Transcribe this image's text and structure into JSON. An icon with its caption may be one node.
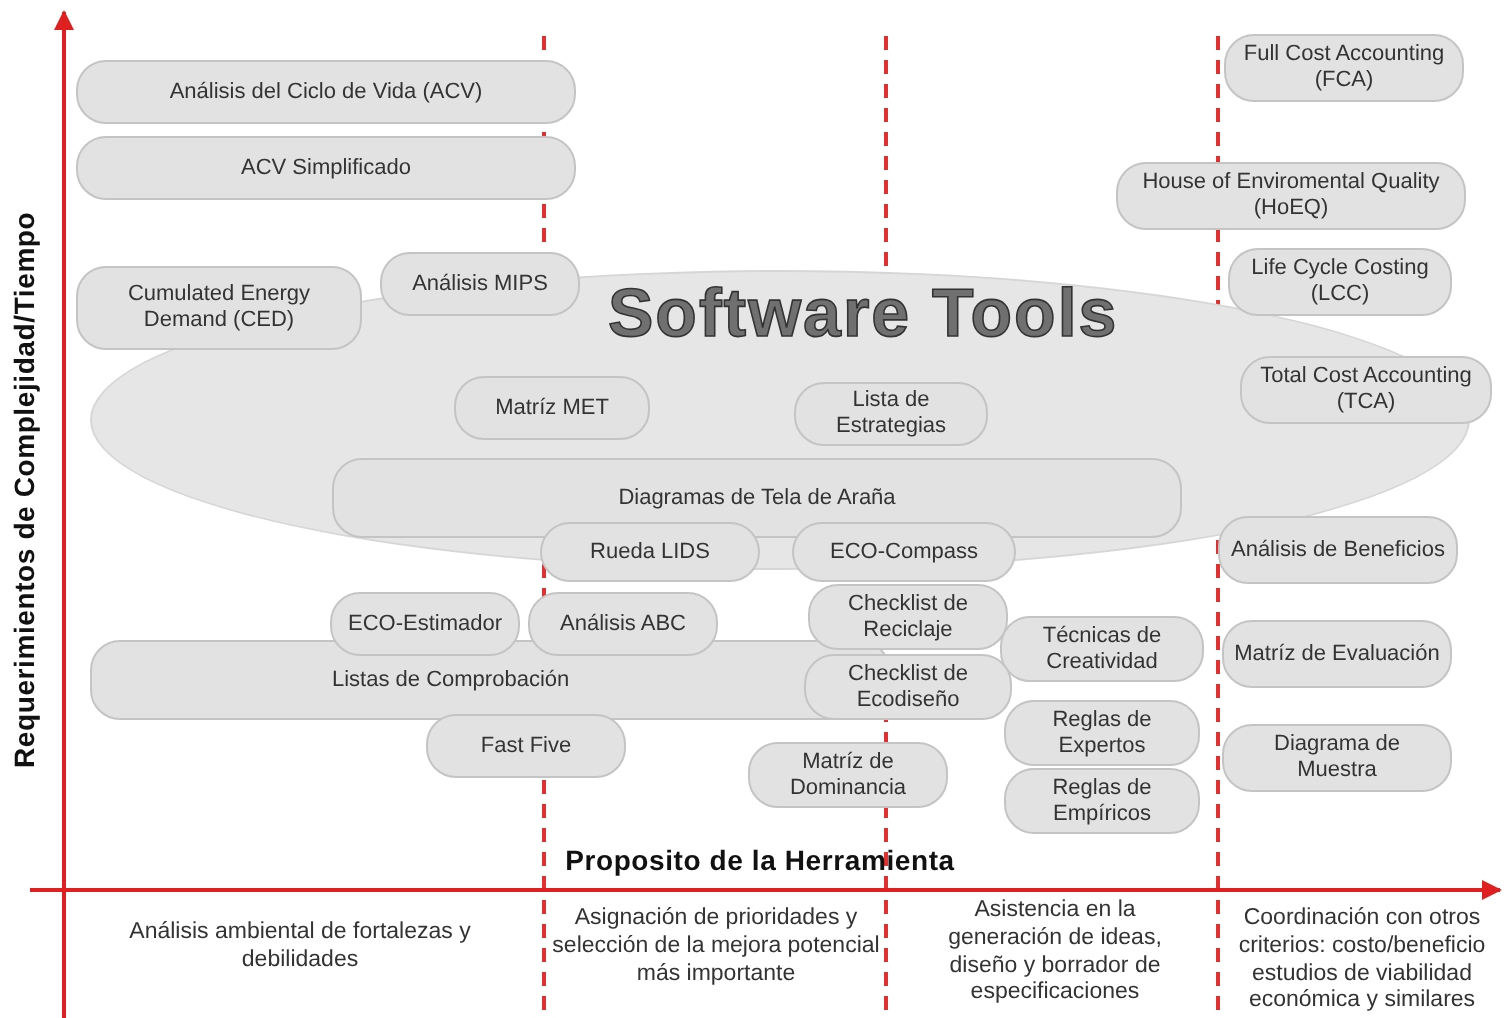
{
  "diagram": {
    "nodes": [
      {
        "text": [
          "Análisis del Ciclo de Vida (ACV)"
        ]
      },
      {
        "text": [
          "ACV Simplificado"
        ]
      },
      {
        "text": [
          "Full Cost Accounting (FCA)"
        ]
      },
      {
        "text": [
          "House of Enviromental Quality (HoEQ)"
        ]
      },
      {
        "text": [
          "Cumulated Energy Demand (CED)"
        ]
      },
      {
        "text": [
          "Análisis MIPS"
        ]
      },
      {
        "text": [
          "Life Cycle Costing (LCC)"
        ]
      },
      {
        "text": [
          "Software Tools"
        ]
      },
      {
        "text": [
          "Matríz MET"
        ],
        "in": 7
      },
      {
        "text": [
          "Lista de Estrategias"
        ],
        "in": 7
      },
      {
        "text": [
          "Total Cost Accounting (TCA)"
        ]
      },
      {
        "text": [
          "Diagramas de Tela de Araña"
        ],
        "in": 7
      },
      {
        "text": [
          "Rueda LIDS"
        ]
      },
      {
        "text": [
          "ECO-Compass"
        ]
      },
      {
        "text": [
          "Análisis de Beneficios"
        ]
      },
      {
        "text": [
          "ECO-Estimador"
        ]
      },
      {
        "text": [
          "Análisis ABC"
        ]
      },
      {
        "text": [
          "Checklist de Reciclaje"
        ]
      },
      {
        "text": [
          "Listas de Comprobación"
        ]
      },
      {
        "text": [
          "Técnicas de Creatividad"
        ]
      },
      {
        "text": [
          "Matríz de Evaluación"
        ]
      },
      {
        "text": [
          "Checklist de Ecodiseño"
        ]
      },
      {
        "text": [
          "Reglas de Expertos"
        ]
      },
      {
        "text": [
          "Fast Five"
        ]
      },
      {
        "text": [
          "Diagrama de Muestra"
        ]
      },
      {
        "text": [
          "Matríz de Dominancia"
        ]
      },
      {
        "text": [
          "Reglas de Empíricos"
        ]
      }
    ],
    "edges": [],
    "labels": [
      "Requerimientos de Complejidad/Tiempo",
      "Proposito de la Herramienta",
      "Análisis ambiental de fortalezas y debilidades",
      "Asignación de prioridades y selección de la mejora potencial más importante",
      "Asistencia en la generación de ideas, diseño y borrador de especificaciones",
      "Coordinación con otros criterios: costo/beneficio estudios de viabilidad económica y similares"
    ]
  }
}
